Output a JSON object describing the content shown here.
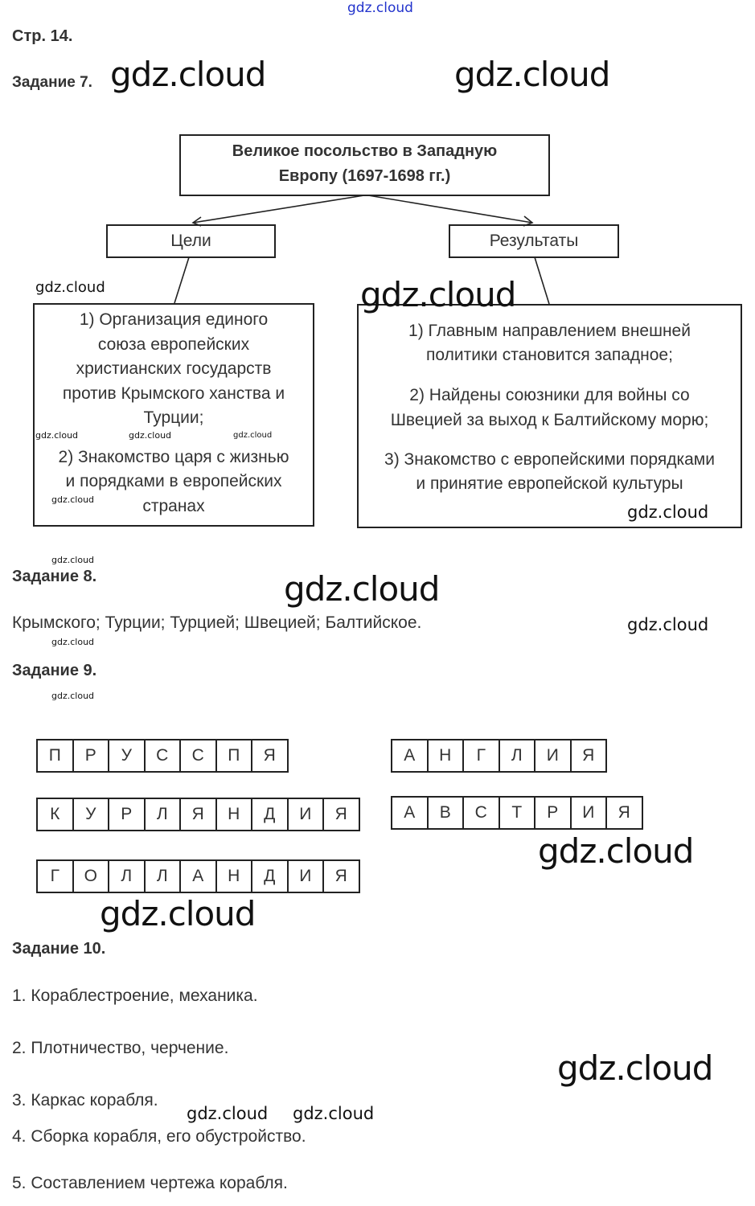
{
  "watermark": {
    "text": "gdz.cloud",
    "color": "#2233cc"
  },
  "page_label": "Стр. 14.",
  "task7": {
    "title": "Задание 7.",
    "root": [
      "Великое посольство в Западную",
      "Европу (1697-1698 гг.)"
    ],
    "goals_label": "Цели",
    "results_label": "Результаты",
    "goals": [
      "1) Организация единого",
      "союза европейских",
      "христианских государств",
      "против Крымского ханства и",
      "Турции;",
      "2) Знакомство царя с жизнью",
      "и порядками в европейских",
      "странах"
    ],
    "results": [
      "1) Главным направлением внешней",
      "политики становится западное;",
      "2) Найдены союзники для войны со",
      "Швецией за выход к Балтийскому морю;",
      "3) Знакомство с европейскими порядками",
      "и принятие европейской культуры"
    ]
  },
  "task8": {
    "title": "Задание 8.",
    "answer": "Крымского; Турции; Турцией; Швецией; Балтийское."
  },
  "task9": {
    "title": "Задание 9.",
    "words": [
      [
        "П",
        "Р",
        "У",
        "С",
        "С",
        "П",
        "Я"
      ],
      [
        "К",
        "У",
        "Р",
        "Л",
        "Я",
        "Н",
        "Д",
        "И",
        "Я"
      ],
      [
        "Г",
        "О",
        "Л",
        "Л",
        "А",
        "Н",
        "Д",
        "И",
        "Я"
      ],
      [
        "А",
        "Н",
        "Г",
        "Л",
        "И",
        "Я"
      ],
      [
        "А",
        "В",
        "С",
        "Т",
        "Р",
        "И",
        "Я"
      ]
    ]
  },
  "task10": {
    "title": "Задание 10.",
    "items": [
      "1. Кораблестроение, механика.",
      "2. Плотничество, черчение.",
      "3. Каркас корабля.",
      "4. Сборка корабля, его обустройство.",
      "5. Составлением чертежа корабля."
    ]
  }
}
